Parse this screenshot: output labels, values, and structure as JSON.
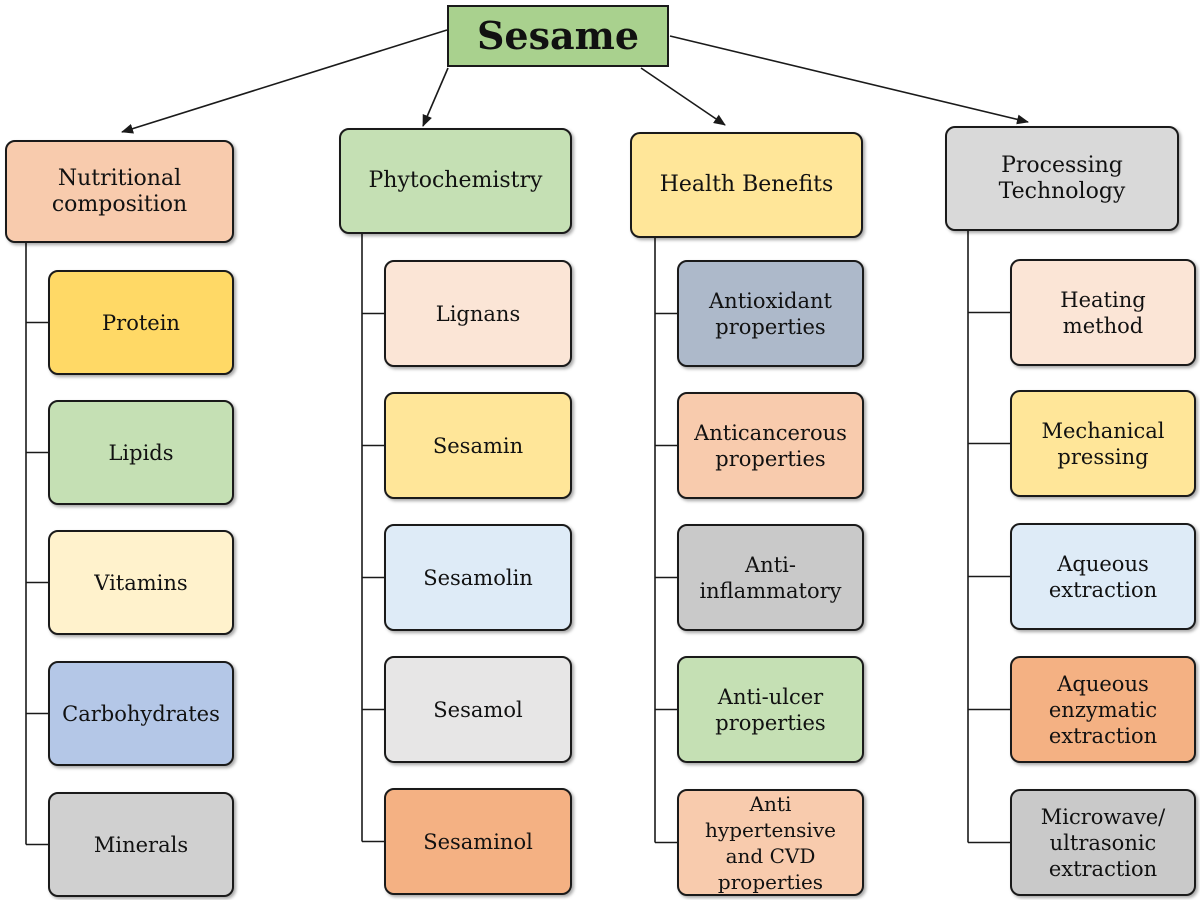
{
  "root": {
    "label": "Sesame",
    "color": "#a9d18e"
  },
  "categories": [
    {
      "label": "Nutritional\ncomposition",
      "color": "#f8cbad",
      "items": [
        {
          "label": "Protein",
          "color": "#ffd966"
        },
        {
          "label": "Lipids",
          "color": "#c5e0b4"
        },
        {
          "label": "Vitamins",
          "color": "#fff2cc"
        },
        {
          "label": "Carbohydrates",
          "color": "#b4c7e7"
        },
        {
          "label": "Minerals",
          "color": "#d0d0d0"
        }
      ]
    },
    {
      "label": "Phytochemistry",
      "color": "#c5e0b4",
      "items": [
        {
          "label": "Lignans",
          "color": "#fbe5d6"
        },
        {
          "label": "Sesamin",
          "color": "#ffe699"
        },
        {
          "label": "Sesamolin",
          "color": "#deebf7"
        },
        {
          "label": "Sesamol",
          "color": "#e7e6e6"
        },
        {
          "label": "Sesaminol",
          "color": "#f4b183"
        }
      ]
    },
    {
      "label": "Health Benefits",
      "color": "#ffe699",
      "items": [
        {
          "label": "Antioxidant\nproperties",
          "color": "#adb9ca"
        },
        {
          "label": "Anticancerous\nproperties",
          "color": "#f8cbad"
        },
        {
          "label": "Anti-\ninflammatory",
          "color": "#c9c9c9"
        },
        {
          "label": "Anti-ulcer\nproperties",
          "color": "#c5e0b4"
        },
        {
          "label": "Anti\nhypertensive\nand CVD\nproperties",
          "color": "#f8cbad"
        }
      ]
    },
    {
      "label": "Processing\nTechnology",
      "color": "#d9d9d9",
      "items": [
        {
          "label": "Heating\nmethod",
          "color": "#fbe5d6"
        },
        {
          "label": "Mechanical\npressing",
          "color": "#ffe699"
        },
        {
          "label": "Aqueous\nextraction",
          "color": "#deebf7"
        },
        {
          "label": "Aqueous\nenzymatic\nextraction",
          "color": "#f4b183"
        },
        {
          "label": "Microwave/\nultrasonic\nextraction",
          "color": "#c9c9c9"
        }
      ]
    }
  ]
}
